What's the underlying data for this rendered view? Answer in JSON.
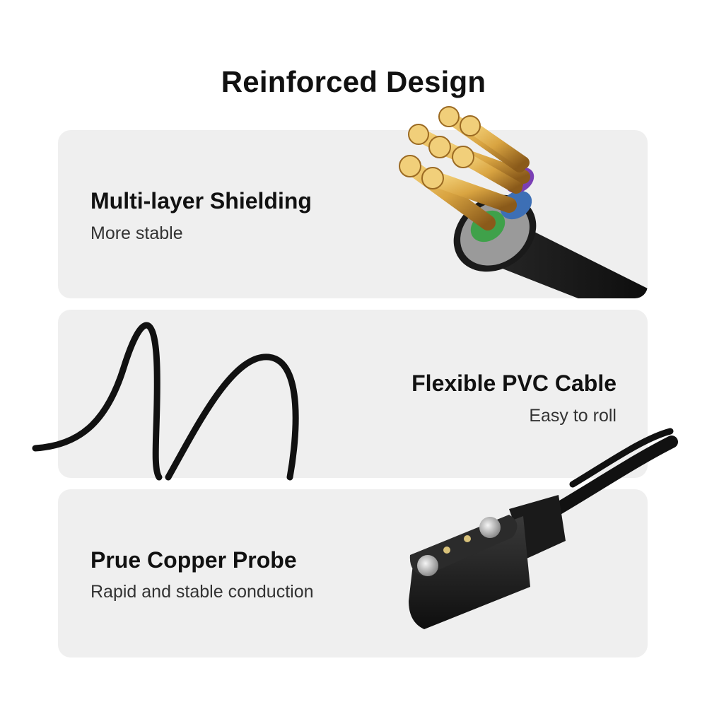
{
  "title": "Reinforced Design",
  "features": [
    {
      "heading": "Multi-layer Shielding",
      "subtext": "More stable",
      "icon": "shielded-cable-core-icon"
    },
    {
      "heading": "Flexible PVC Cable",
      "subtext": "Easy to roll",
      "icon": "coiled-cable-icon"
    },
    {
      "heading": "Prue Copper Probe",
      "subtext": "Rapid and stable conduction",
      "icon": "magnetic-charger-probe-icon"
    }
  ],
  "colors": {
    "panel": "#efefef",
    "text": "#111111",
    "copper": "#d9a441",
    "cable": "#111111"
  }
}
